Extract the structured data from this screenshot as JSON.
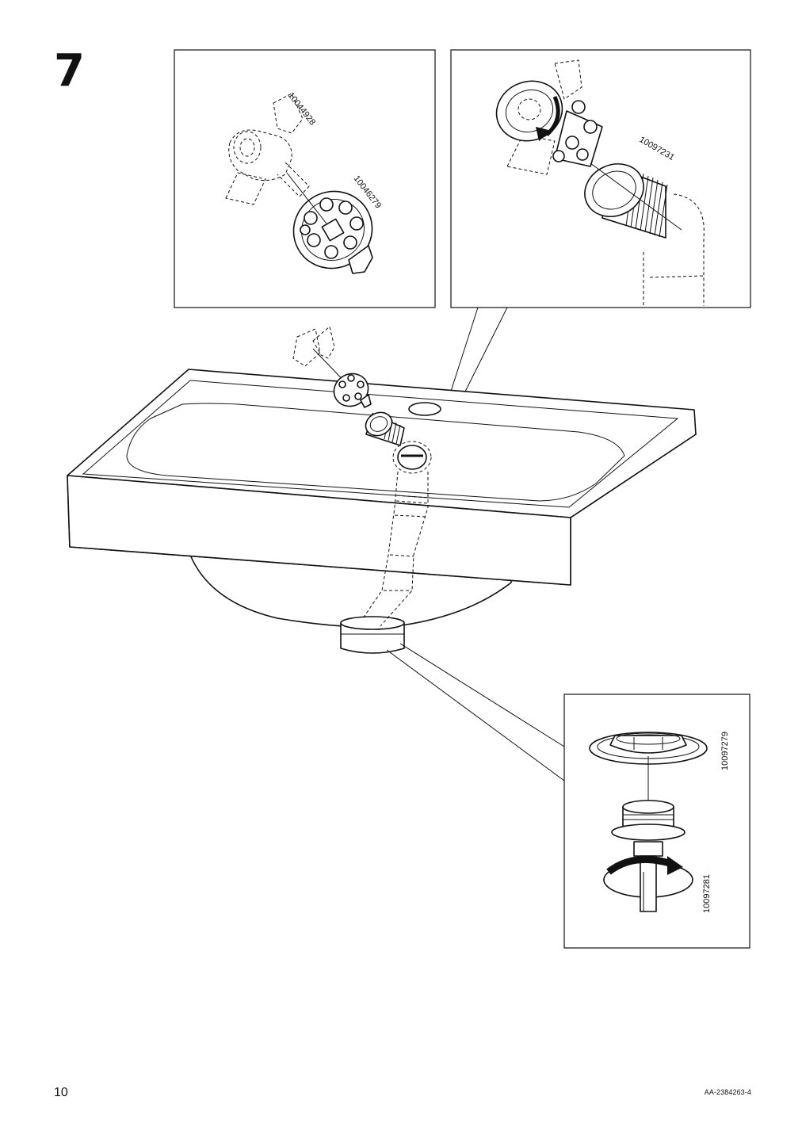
{
  "step": {
    "number": "7"
  },
  "parts": {
    "handle": "10044928",
    "valve_insert": "10046279",
    "overflow_pipe": "10097231",
    "drain_ring": "10097279",
    "drain_plug": "10097281"
  },
  "footer": {
    "page_number": "10",
    "document_code": "AA-2384263-4"
  }
}
